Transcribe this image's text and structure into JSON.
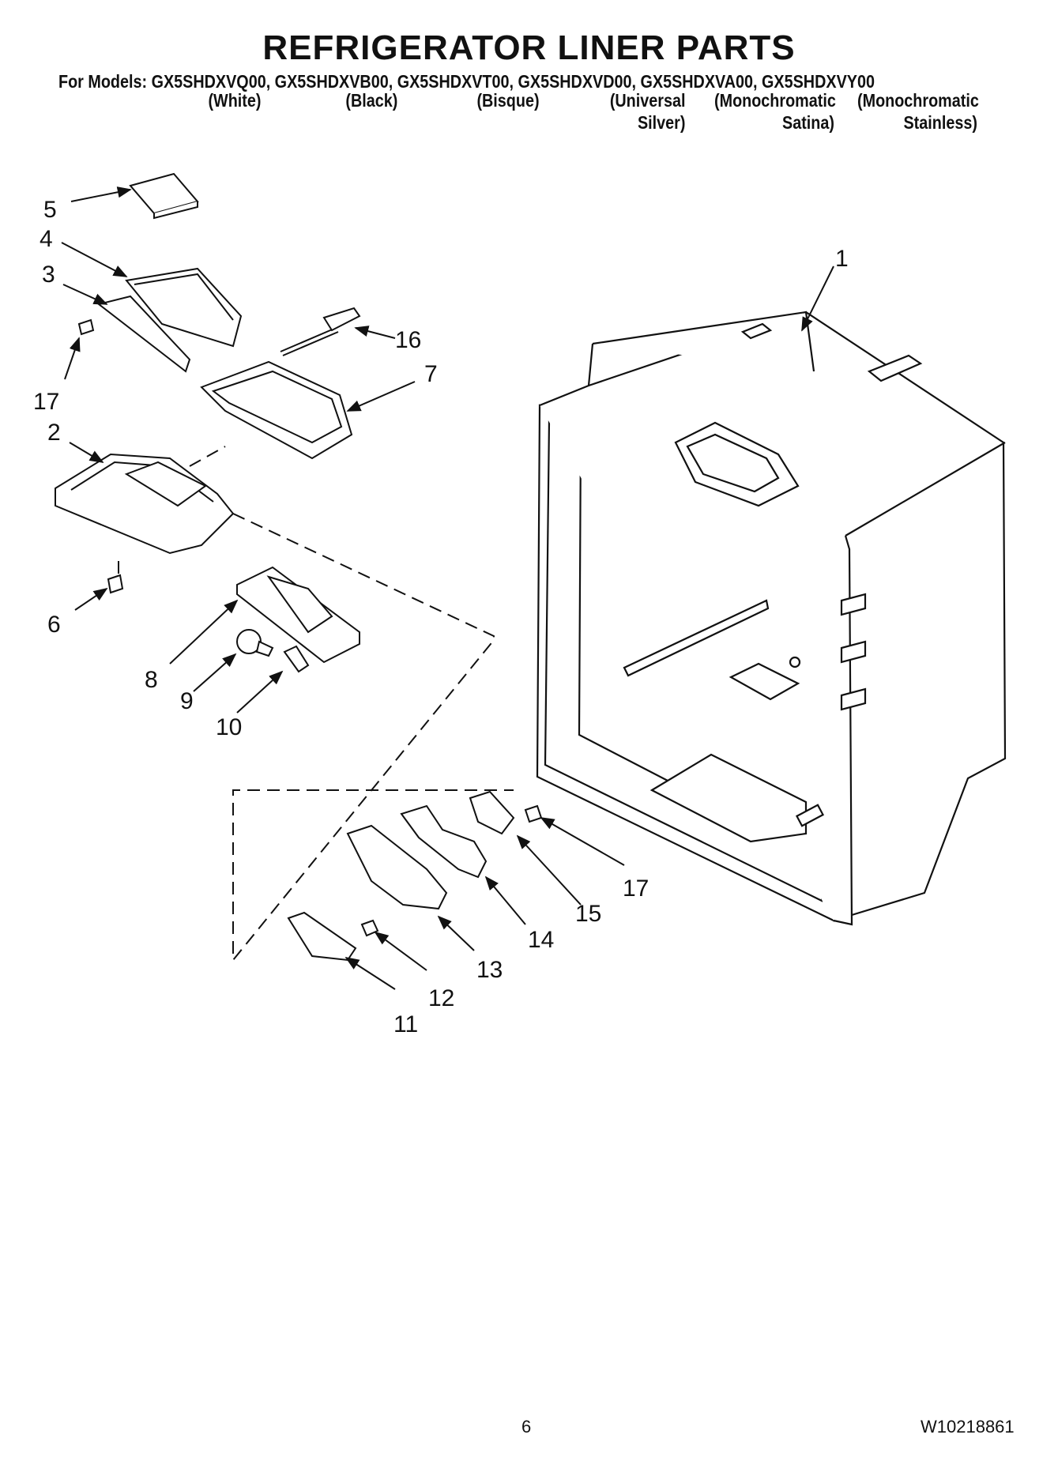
{
  "title": "REFRIGERATOR LINER PARTS",
  "models_line": "For Models: GX5SHDXVQ00, GX5SHDXVB00, GX5SHDXVT00, GX5SHDXVD00, GX5SHDXVA00, GX5SHDXVY00",
  "variants": [
    {
      "line1": "(White)",
      "line2": ""
    },
    {
      "line1": "(Black)",
      "line2": ""
    },
    {
      "line1": "(Bisque)",
      "line2": ""
    },
    {
      "line1": "(Universal",
      "line2": "Silver)"
    },
    {
      "line1": "(Monochromatic",
      "line2": "Satina)"
    },
    {
      "line1": "(Monochromatic",
      "line2": "Stainless)"
    }
  ],
  "callouts": [
    "1",
    "2",
    "3",
    "4",
    "5",
    "6",
    "7",
    "8",
    "9",
    "10",
    "11",
    "12",
    "13",
    "14",
    "15",
    "16",
    "17",
    "17"
  ],
  "page_number": "6",
  "document_number": "W10218861"
}
